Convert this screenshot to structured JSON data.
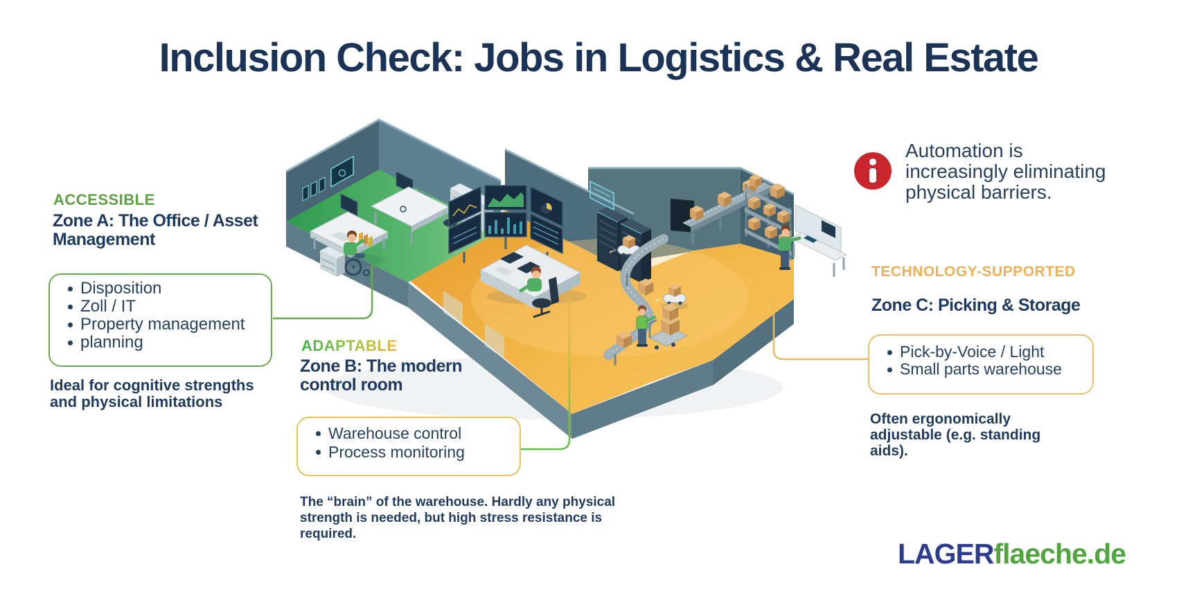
{
  "title": "Inclusion Check: Jobs in Logistics & Real Estate",
  "info_note": {
    "icon": "info-circle-icon",
    "text": "Automation is\nincreasingly eliminating\nphysical barriers."
  },
  "zone_a": {
    "tag": "ACCESSIBLE",
    "tag_color": "#5fa044",
    "heading": "Zone A: The Office / Asset\nManagement",
    "items": [
      "Disposition",
      "Zoll / IT",
      "Property management",
      "planning"
    ],
    "note": "Ideal for cognitive strengths\nand physical limitations"
  },
  "zone_b": {
    "tag": "ADAPTABLE",
    "tag_gradient": [
      "#3cb34a",
      "#efb83e"
    ],
    "heading": "Zone B: The modern\ncontrol room",
    "items": [
      "Warehouse control",
      "Process monitoring"
    ],
    "note": "The “brain” of the warehouse. Hardly any physical\nstrength is needed, but high stress resistance is\nrequired."
  },
  "zone_c": {
    "tag": "TECHNOLOGY-SUPPORTED",
    "tag_color": "#eeb057",
    "heading": "Zone C: Picking & Storage",
    "items": [
      "Pick-by-Voice / Light",
      "Small parts warehouse"
    ],
    "note": "Often ergonomically\nadjustable (e.g. standing\naids)."
  },
  "logo": {
    "prefix": "LAGER",
    "suffix": "flaeche.de",
    "prefix_color": "#2d3c8e",
    "suffix_color": "#4fa63f"
  },
  "colors": {
    "text_navy": "#1e3a5e",
    "accent_green": "#5fa044",
    "accent_yellow": "#e9c25e",
    "accent_orange": "#eeb057",
    "info_red": "#c9252d"
  }
}
